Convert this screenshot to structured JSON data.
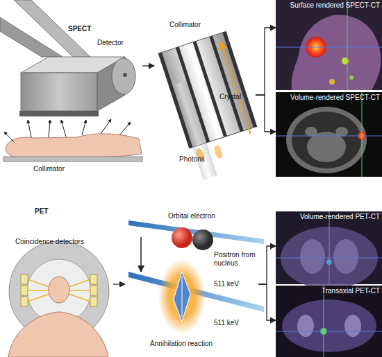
{
  "diagram": {
    "nodes": [
      {
        "text": [
          "SPECT",
          "Detector",
          "Collimator"
        ]
      },
      {
        "text": [
          "Collimator",
          "Crystal",
          "Photons"
        ]
      },
      {
        "text": [
          "Surface rendered SPECT-CT"
        ]
      },
      {
        "text": [
          "Volume-rendered SPECT-CT"
        ]
      },
      {
        "text": [
          "PET",
          "Coincidence detectors"
        ]
      },
      {
        "text": [
          "Orbital electron",
          "Positron from nucleus",
          "511 keV",
          "511 keV",
          "Annihilation reaction"
        ]
      },
      {
        "text": [
          "Volume-rendered PET-CT"
        ]
      },
      {
        "text": [
          "Transaxial PET-CT"
        ]
      }
    ],
    "edges": [
      {
        "from": 0,
        "to": 1,
        "arrow": "to"
      },
      {
        "from": 1,
        "to": 2,
        "arrow": "to"
      },
      {
        "from": 1,
        "to": 3,
        "arrow": "to"
      },
      {
        "from": 4,
        "to": 5,
        "arrow": "to"
      },
      {
        "from": 5,
        "to": 6,
        "arrow": "to"
      },
      {
        "from": 5,
        "to": 7,
        "arrow": "to"
      }
    ]
  }
}
